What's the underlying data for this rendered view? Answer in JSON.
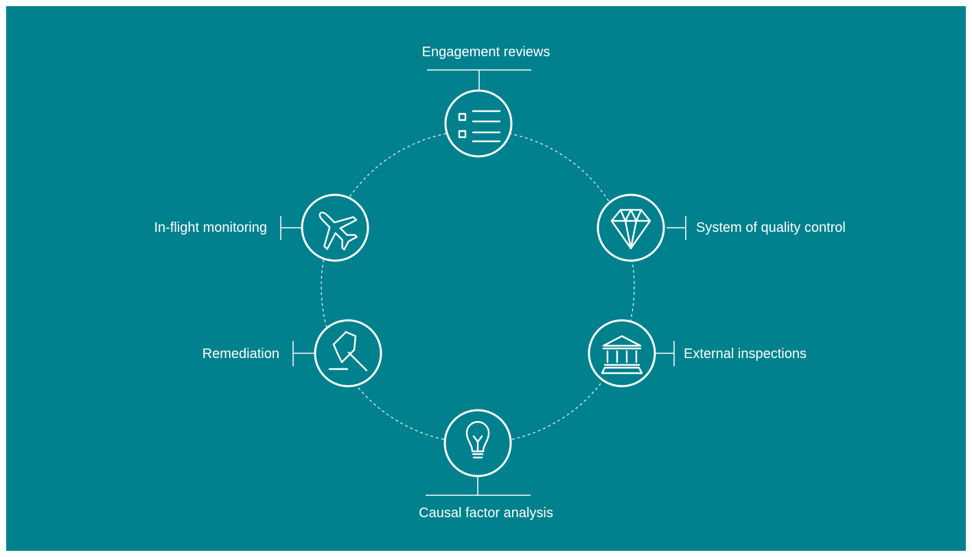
{
  "colors": {
    "background": "#00818d",
    "foreground": "#ffffff"
  },
  "nodes": [
    {
      "id": "engagement",
      "label": "Engagement reviews",
      "icon": "checklist-icon"
    },
    {
      "id": "system",
      "label": "System of quality control",
      "icon": "diamond-icon"
    },
    {
      "id": "external",
      "label": "External inspections",
      "icon": "institution-icon"
    },
    {
      "id": "causal",
      "label": "Causal factor analysis",
      "icon": "lightbulb-icon"
    },
    {
      "id": "remediation",
      "label": "Remediation",
      "icon": "gavel-icon"
    },
    {
      "id": "inflight",
      "label": "In-flight monitoring",
      "icon": "airplane-icon"
    }
  ]
}
